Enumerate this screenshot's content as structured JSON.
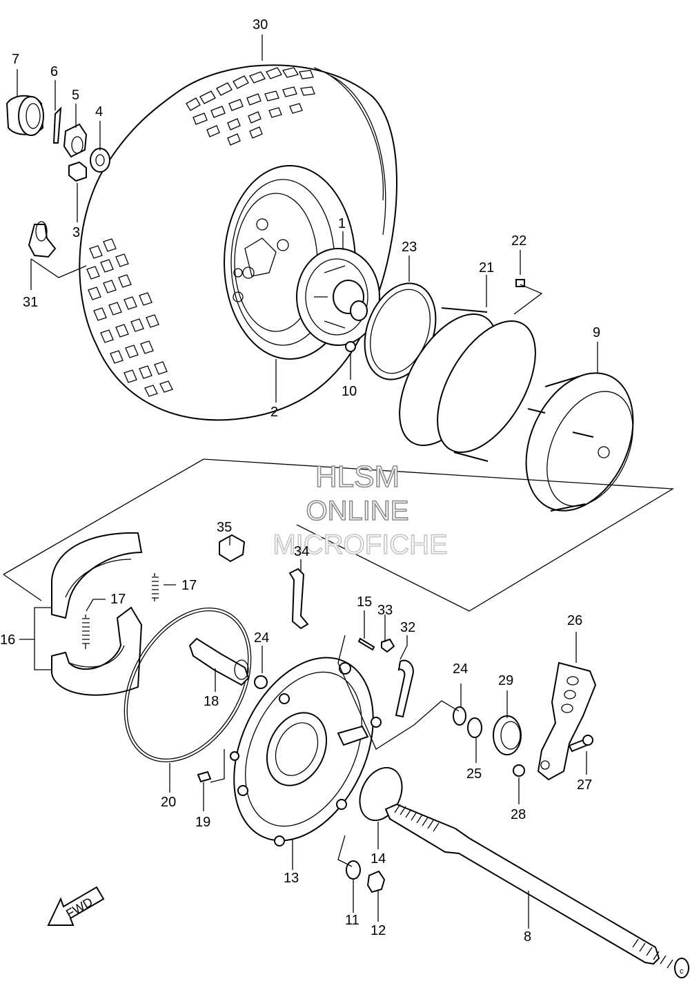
{
  "watermark": {
    "line1": "HLSM",
    "line2": "ONLINE",
    "line3": "MICROFICHE"
  },
  "direction_indicator": {
    "label": "FWD",
    "icon": "arrow-left-down-icon"
  },
  "corner_mark": "c",
  "callouts": {
    "c1": "1",
    "c2": "2",
    "c3": "3",
    "c4": "4",
    "c5": "5",
    "c6": "6",
    "c7": "7",
    "c8": "8",
    "c9": "9",
    "c10": "10",
    "c11": "11",
    "c12": "12",
    "c13": "13",
    "c14": "14",
    "c15": "15",
    "c16": "16",
    "c17a": "17",
    "c17b": "17",
    "c18": "18",
    "c19": "19",
    "c20": "20",
    "c21": "21",
    "c22": "22",
    "c23": "23",
    "c24a": "24",
    "c24b": "24",
    "c25": "25",
    "c26": "26",
    "c27": "27",
    "c28": "28",
    "c29": "29",
    "c30": "30",
    "c31": "31",
    "c32": "32",
    "c33": "33",
    "c34": "34",
    "c35": "35"
  }
}
